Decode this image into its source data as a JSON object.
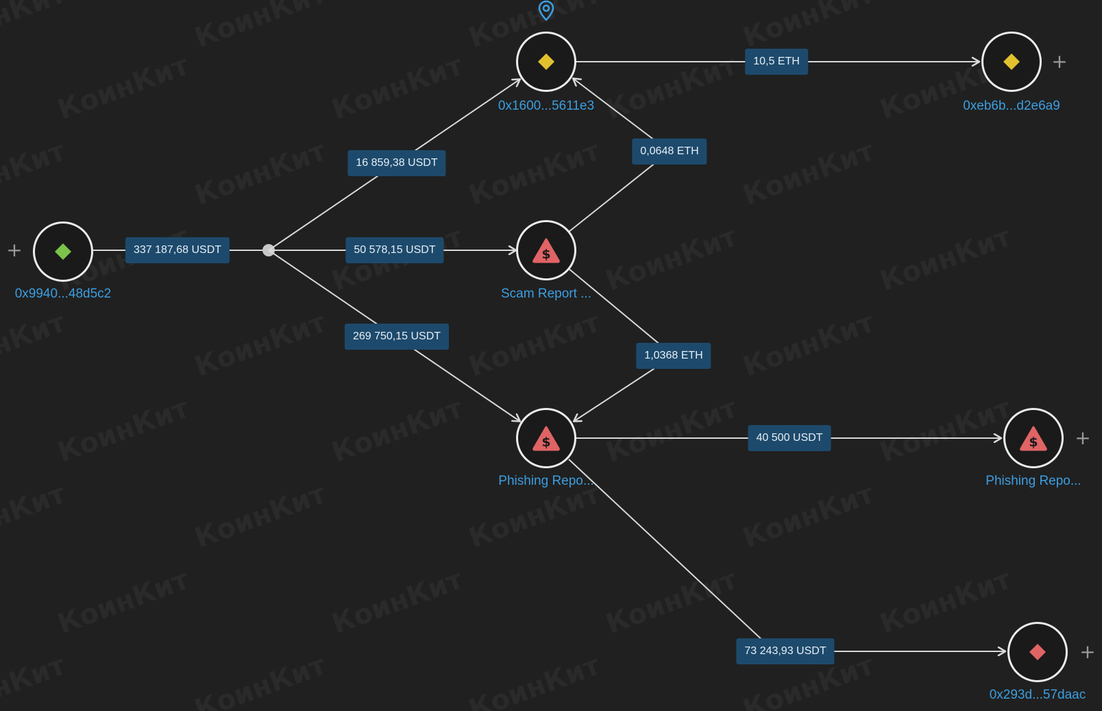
{
  "colors": {
    "background": "#202020",
    "edge": "#d9d9d9",
    "label_bg": "#1d4a6c",
    "label_text": "#e7eef5",
    "node_text": "#3c9ee0",
    "green": "#7cc34b",
    "yellow": "#e2c12f",
    "red": "#e06465"
  },
  "watermark_text": "КоинКит",
  "nodes": [
    {
      "id": "n1",
      "label": "0x9940...48d5c2",
      "icon": "green-diamond-icon"
    },
    {
      "id": "n2",
      "label": "0x1600...5611e3",
      "icon": "yellow-diamond-icon"
    },
    {
      "id": "n3",
      "label": "0xeb6b...d2e6a9",
      "icon": "yellow-diamond-icon"
    },
    {
      "id": "n4",
      "label": "Scam Report ...",
      "icon": "scam-warning-icon"
    },
    {
      "id": "n5",
      "label": "Phishing Repo...",
      "icon": "scam-warning-icon"
    },
    {
      "id": "n6",
      "label": "Phishing Repo...",
      "icon": "scam-warning-icon"
    },
    {
      "id": "n7",
      "label": "0x293d...57daac",
      "icon": "red-diamond-icon"
    }
  ],
  "edges": [
    {
      "id": "e1",
      "label": "337 187,68 USDT"
    },
    {
      "id": "e2",
      "label": "16 859,38 USDT"
    },
    {
      "id": "e3",
      "label": "50 578,15 USDT"
    },
    {
      "id": "e4",
      "label": "269 750,15 USDT"
    },
    {
      "id": "e5",
      "label": "10,5 ETH"
    },
    {
      "id": "e6",
      "label": "0,0648 ETH"
    },
    {
      "id": "e7",
      "label": "1,0368 ETH"
    },
    {
      "id": "e8",
      "label": "40 500 USDT"
    },
    {
      "id": "e9",
      "label": "73 243,93 USDT"
    }
  ],
  "expand_buttons": {
    "label": "+"
  },
  "selected_marker": {
    "icon": "location-pin-icon",
    "node": "n2"
  }
}
